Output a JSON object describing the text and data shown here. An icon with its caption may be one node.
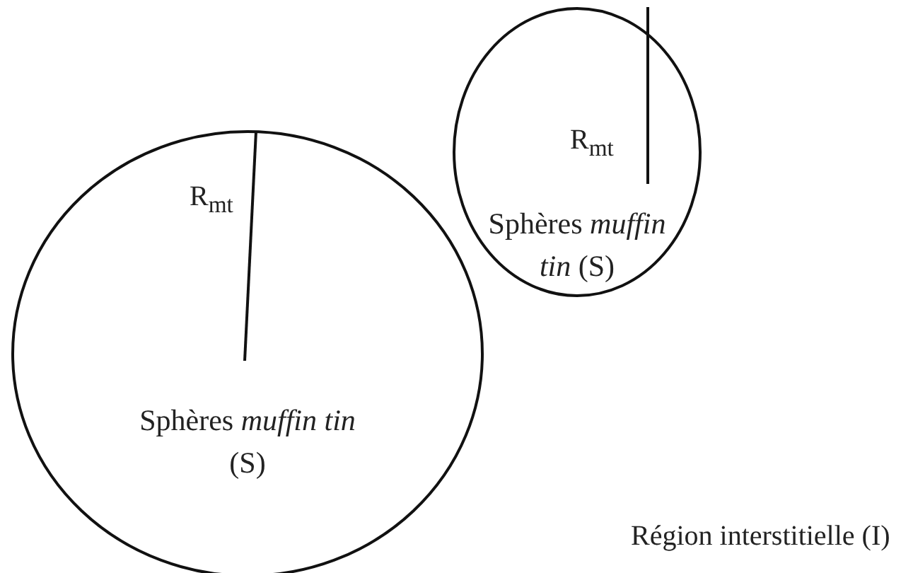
{
  "diagram": {
    "nodes": [
      {
        "text": [
          "Sphères *muffin tin* (S)"
        ]
      },
      {
        "text": [
          "Sphères *muffin tin* (S)"
        ]
      }
    ],
    "edges": [],
    "labels": [
      "R$_{mt}$",
      "R$_{mt}$",
      "Région interstitielle (I)"
    ]
  }
}
